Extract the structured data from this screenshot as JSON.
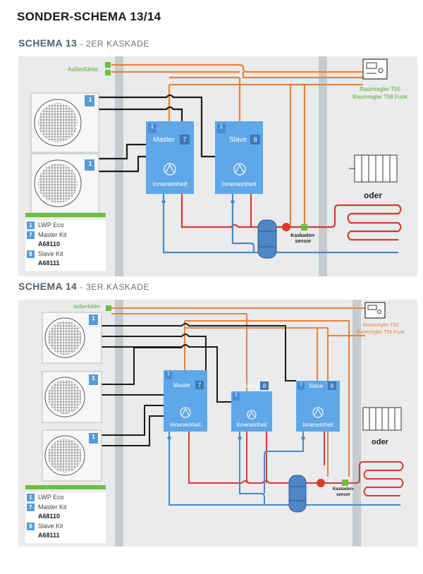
{
  "page_title": "SONDER-SCHEMA 13/14",
  "schema13": {
    "title": "SCHEMA 13",
    "subtitle": "- 2ER KASKADE",
    "outdoor_sensor": "Außenfühler",
    "room_controller_line1": "Raumregler T55",
    "room_controller_line2": "Raumregler T58 Funk",
    "master_label": "Master",
    "master_num": "7",
    "slave_label": "Slave",
    "slave_num": "8",
    "unit_num": "1",
    "indoor_label": "Inneneinheit",
    "oder": "oder",
    "cascade_sensor": "Kaskaden-\nsensor",
    "legend": {
      "n1": "1",
      "t1": "LWP Eco",
      "n7": "7",
      "t7": "Master Kit",
      "c7": "A68110",
      "n8": "8",
      "t8": "Slave Kit",
      "c8": "A68111"
    }
  },
  "schema14": {
    "title": "SCHEMA 14",
    "subtitle": "- 3ER KASKADE",
    "outdoor_sensor": "Außenfühler",
    "room_controller_line1": "Raumregler T55",
    "room_controller_line2": "Raumregler T58 Funk",
    "master_label": "Master",
    "master_num": "7",
    "slave_label": "Slave",
    "slave_num": "8",
    "unit_num": "1",
    "indoor_label": "Inneneinheit",
    "oder": "oder",
    "cascade_sensor": "Kaskaden-\nsensor",
    "legend": {
      "n1": "1",
      "t1": "LWP Eco",
      "n7": "7",
      "t7": "Master Kit",
      "c7": "A68110",
      "n8": "8",
      "t8": "Slave Kit",
      "c8": "A68111"
    }
  },
  "colors": {
    "indoor_unit": "#5ea7e8",
    "badge": "#5b9bd5",
    "orange_line": "#e8833a",
    "red_line": "#d83a2e",
    "blue_line": "#4f86c6",
    "black_line": "#1a1a1a",
    "green": "#6cbf3c"
  }
}
